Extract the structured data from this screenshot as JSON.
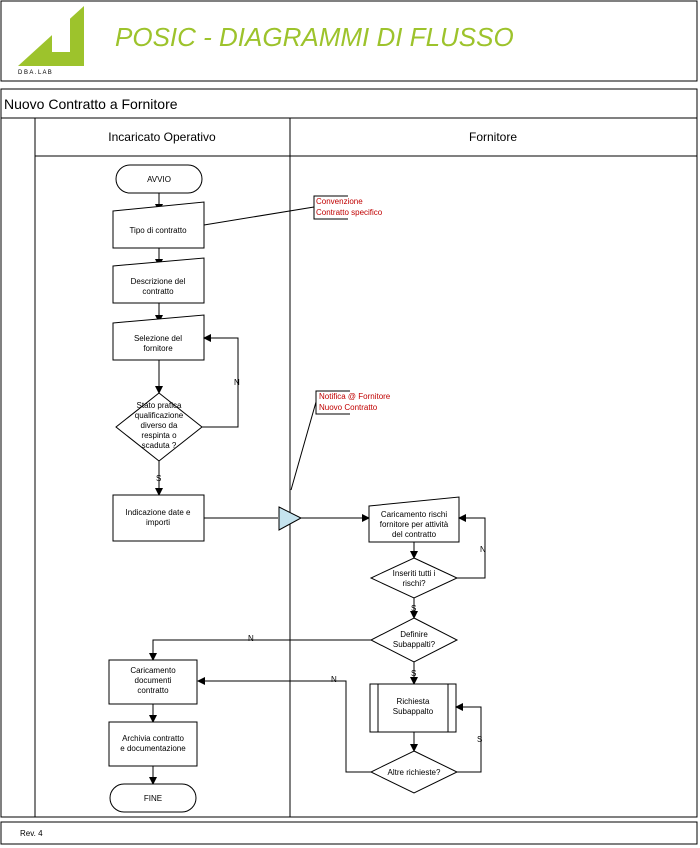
{
  "header": {
    "logo_text": "D B A . L A B",
    "title": "POSIC - DIAGRAMMI DI FLUSSO",
    "colors": {
      "brand": "#9dc32c"
    }
  },
  "process": {
    "title": "Nuovo Contratto a Fornitore"
  },
  "lanes": {
    "left": "Incaricato Operativo",
    "right": "Fornitore"
  },
  "nodes": {
    "avvio": "AVVIO",
    "tipo_contratto": "Tipo di contratto",
    "descrizione_1": "Descrizione del",
    "descrizione_2": "contratto",
    "selezione_1": "Selezione del",
    "selezione_2": "fornitore",
    "stato_1": "Stato pratica",
    "stato_2": "qualificazione",
    "stato_3": "diverso da",
    "stato_4": "respinta o",
    "stato_5": "scaduta ?",
    "indicazione_1": "Indicazione date e",
    "indicazione_2": "importi",
    "caricamento_rischi_1": "Caricamento rischi",
    "caricamento_rischi_2": "fornitore per attività",
    "caricamento_rischi_3": "del contratto",
    "inseriti_1": "Inseriti tutti i",
    "inseriti_2": "rischi?",
    "definire_1": "Definire",
    "definire_2": "Subappalti?",
    "richiesta_1": "Richiesta",
    "richiesta_2": "Subappalto",
    "altre": "Altre richieste?",
    "caricamento_doc_1": "Caricamento",
    "caricamento_doc_2": "documenti",
    "caricamento_doc_3": "contratto",
    "archivia_1": "Archivia contratto",
    "archivia_2": "e documentazione",
    "fine": "FINE"
  },
  "annotations": {
    "convenzione_1": "Convenzione",
    "convenzione_2": "Contratto specifico",
    "notifica_1": "Notifica @ Fornitore",
    "notifica_2": "Nuovo Contratto"
  },
  "edge_labels": {
    "n_selezione": "N",
    "s_stato": "S",
    "n_inseriti": "N",
    "s_inseriti": "S",
    "n_definire": "N",
    "s_definire": "S",
    "s_altre": "S",
    "n_altre": "N"
  },
  "footer": {
    "rev": "Rev. 4"
  }
}
